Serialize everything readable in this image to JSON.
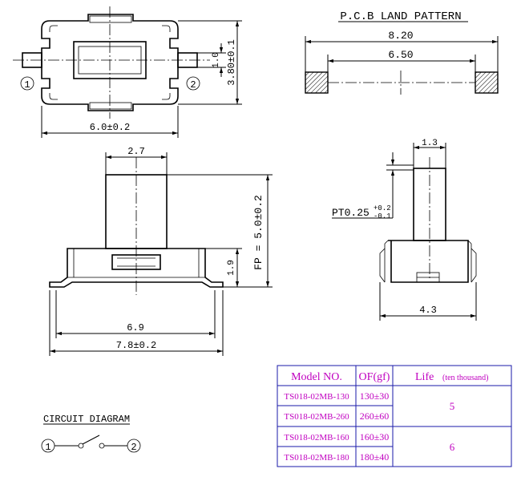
{
  "labels": {
    "pcb_title": "P.C.B LAND PATTERN",
    "circuit_title": "CIRCUIT DIAGRAM",
    "pin1": "1",
    "pin2": "2"
  },
  "dimensions": {
    "top_width": "6.0±0.2",
    "top_height": "3.80±0.1",
    "terminal_width": "1.0",
    "pcb_outer": "8.20",
    "pcb_inner": "6.50",
    "side_plunger": "2.7",
    "side_height": "FP = 5.0±0.2",
    "side_base": "1.9",
    "side_inner": "6.9",
    "side_overall": "7.8±0.2",
    "end_plunger": "1.3",
    "end_tolerance_base": "PT0.25",
    "end_tol_plus": "+0.2",
    "end_tol_minus": "-0.1",
    "end_width": "4.3"
  },
  "spec_table": {
    "headers": {
      "model": "Model NO.",
      "of": "OF(gf)",
      "life": "Life",
      "life_unit": "(ten thousand)"
    },
    "rows": [
      {
        "model": "TS018-02MB-130",
        "of": "130±30"
      },
      {
        "model": "TS018-02MB-260",
        "of": "260±60"
      },
      {
        "model": "TS018-02MB-160",
        "of": "160±30"
      },
      {
        "model": "TS018-02MB-180",
        "of": "180±40"
      }
    ],
    "life_groups": [
      "5",
      "6"
    ]
  },
  "colors": {
    "table_border": "#1a1aa8",
    "table_text": "#c000c0",
    "line": "#000000"
  }
}
